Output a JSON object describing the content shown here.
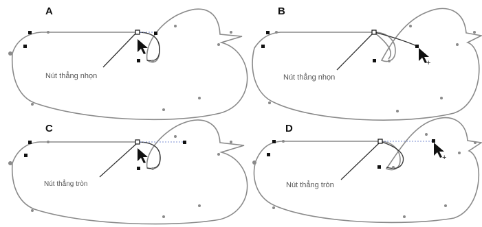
{
  "panels": [
    {
      "id": "A",
      "caption": "Nút thẳng nhọn"
    },
    {
      "id": "B",
      "caption": "Nút thẳng nhọn"
    },
    {
      "id": "C",
      "caption": "Nút thẳng tròn"
    },
    {
      "id": "D",
      "caption": "Nút thẳng tròn"
    }
  ]
}
